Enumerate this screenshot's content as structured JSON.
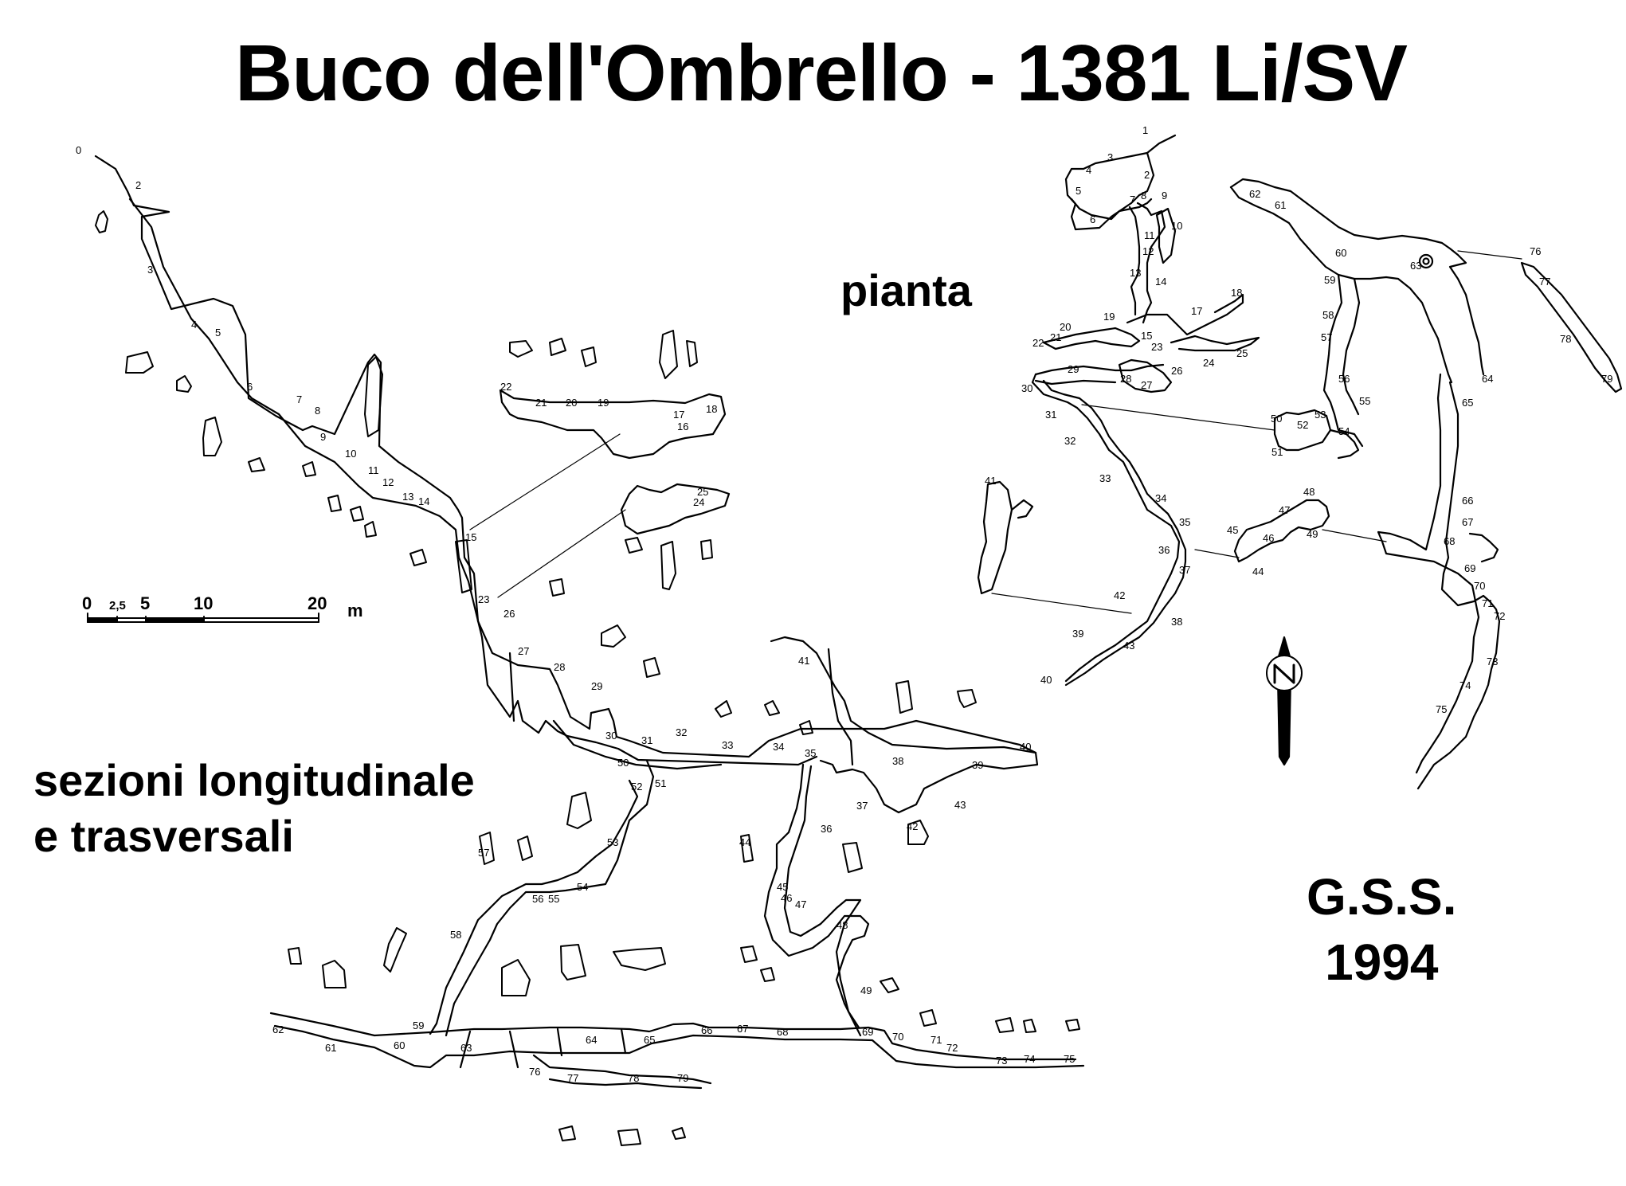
{
  "title": "Buco dell'Ombrello - 1381 Li/SV",
  "plan_label": "pianta",
  "sections_label_line1": "sezioni longitudinale",
  "sections_label_line2": "e trasversali",
  "credit_line1": "G.S.S.",
  "credit_line2": "1994",
  "scale_bar": {
    "ticks": [
      "0",
      "2,5",
      "5",
      "10",
      "20"
    ],
    "unit": "m"
  },
  "north_label": "N",
  "stations": [
    "0",
    "1",
    "2",
    "3",
    "4",
    "5",
    "6",
    "7",
    "8",
    "9",
    "10",
    "11",
    "12",
    "13",
    "14",
    "15",
    "16",
    "17",
    "18",
    "19",
    "20",
    "21",
    "22",
    "23",
    "24",
    "25",
    "26",
    "27",
    "28",
    "29",
    "30",
    "31",
    "32",
    "33",
    "34",
    "35",
    "36",
    "37",
    "38",
    "39",
    "40",
    "41",
    "42",
    "43",
    "44",
    "45",
    "46",
    "47",
    "48",
    "49",
    "50",
    "51",
    "52",
    "53",
    "54",
    "55",
    "56",
    "57",
    "58",
    "59",
    "60",
    "61",
    "62",
    "63",
    "64",
    "65",
    "66",
    "67",
    "68",
    "69",
    "70",
    "71",
    "72",
    "73",
    "74",
    "75",
    "76",
    "77",
    "78",
    "79"
  ],
  "colors": {
    "ink": "#000000",
    "paper": "#ffffff"
  }
}
